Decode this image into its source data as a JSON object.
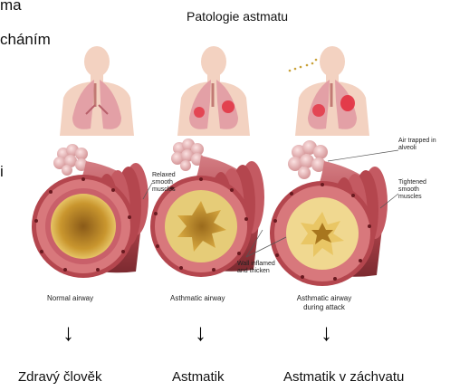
{
  "edge_fragments": [
    "ma",
    "cháním",
    "i"
  ],
  "title": "Patologie astmatu",
  "annotations": {
    "relaxed_muscles": "Relaxed smooth muscles",
    "air_trapped": "Air trapped in alveoli",
    "tightened_muscles": "Tightened smooth muscles",
    "wall_inflamed": "Wall inflamed and thicken"
  },
  "airway_captions": [
    "Normal airway",
    "Asthmatic airway",
    "Asthmatic airway during attack"
  ],
  "bottom_labels": [
    "Zdravý člověk",
    "Astmatik",
    "Astmatik v záchvatu"
  ],
  "arrows": [
    "↓",
    "↓",
    "↓"
  ],
  "colors": {
    "skin": "#f3d2c1",
    "lung": "#e3a0a6",
    "lung_inflamed": "#e23040",
    "airway_outer": "#b4464e",
    "airway_inner": "#d8787c",
    "lumen_normal": "#d9b25a",
    "lumen_inflamed": "#e6cc78",
    "mucus": "#f5e8b0"
  }
}
